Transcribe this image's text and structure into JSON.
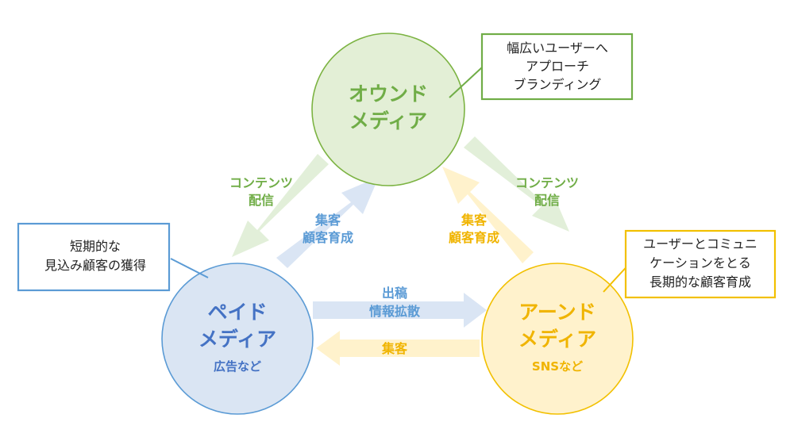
{
  "colors": {
    "owned_stroke": "#7cb342",
    "owned_fill": "#e3efd6",
    "owned_text": "#70ad47",
    "paid_stroke": "#5b9bd5",
    "paid_fill": "#dae5f3",
    "paid_text": "#4472c4",
    "earned_stroke": "#f2c000",
    "earned_fill": "#fff2cc",
    "earned_text": "#f0b400",
    "arrow_green": "#e2efd9",
    "arrow_blue": "#dae5f4",
    "arrow_yellow": "#fff2cc"
  },
  "nodes": {
    "owned": {
      "line1": "オウンド",
      "line2": "メディア",
      "sub": ""
    },
    "paid": {
      "line1": "ペイド",
      "line2": "メディア",
      "sub": "広告など"
    },
    "earned": {
      "line1": "アーンド",
      "line2": "メディア",
      "sub": "SNSなど"
    }
  },
  "callouts": {
    "owned": [
      "幅広いユーザーへ",
      "アプローチ",
      "ブランディング"
    ],
    "paid": [
      "短期的な",
      "見込み顧客の獲得"
    ],
    "earned": [
      "ユーザーとコミュニ",
      "ケーションをとる",
      "長期的な顧客育成"
    ]
  },
  "arrows": {
    "owned_to_paid": [
      "コンテンツ",
      "配信"
    ],
    "paid_to_owned": [
      "集客",
      "顧客育成"
    ],
    "owned_to_earned": [
      "コンテンツ",
      "配信"
    ],
    "earned_to_owned": [
      "集客",
      "顧客育成"
    ],
    "paid_to_earned": [
      "出稿",
      "情報拡散"
    ],
    "earned_to_paid": [
      "集客"
    ]
  }
}
